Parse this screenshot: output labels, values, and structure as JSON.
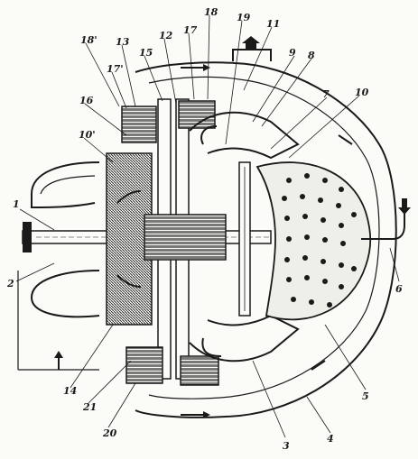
{
  "diagram": {
    "ink_color": "#1a1a1a",
    "paper_color": "#fbfbf8",
    "hatch_color": "#2b2b2b",
    "callouts": [
      {
        "id": "c1",
        "text": "1"
      },
      {
        "id": "c2",
        "text": "2"
      },
      {
        "id": "c3",
        "text": "3"
      },
      {
        "id": "c4",
        "text": "4"
      },
      {
        "id": "c5",
        "text": "5"
      },
      {
        "id": "c6",
        "text": "6"
      },
      {
        "id": "c7",
        "text": "7"
      },
      {
        "id": "c8",
        "text": "8"
      },
      {
        "id": "c9",
        "text": "9"
      },
      {
        "id": "c10",
        "text": "10"
      },
      {
        "id": "c10p",
        "text": "10'"
      },
      {
        "id": "c11",
        "text": "11"
      },
      {
        "id": "c12",
        "text": "12"
      },
      {
        "id": "c13",
        "text": "13"
      },
      {
        "id": "c14",
        "text": "14"
      },
      {
        "id": "c15",
        "text": "15"
      },
      {
        "id": "c16",
        "text": "16"
      },
      {
        "id": "c17",
        "text": "17"
      },
      {
        "id": "c17p",
        "text": "17'"
      },
      {
        "id": "c18",
        "text": "18"
      },
      {
        "id": "c18p",
        "text": "18'"
      },
      {
        "id": "c19",
        "text": "19"
      },
      {
        "id": "c20",
        "text": "20"
      },
      {
        "id": "c21",
        "text": "21"
      }
    ]
  }
}
